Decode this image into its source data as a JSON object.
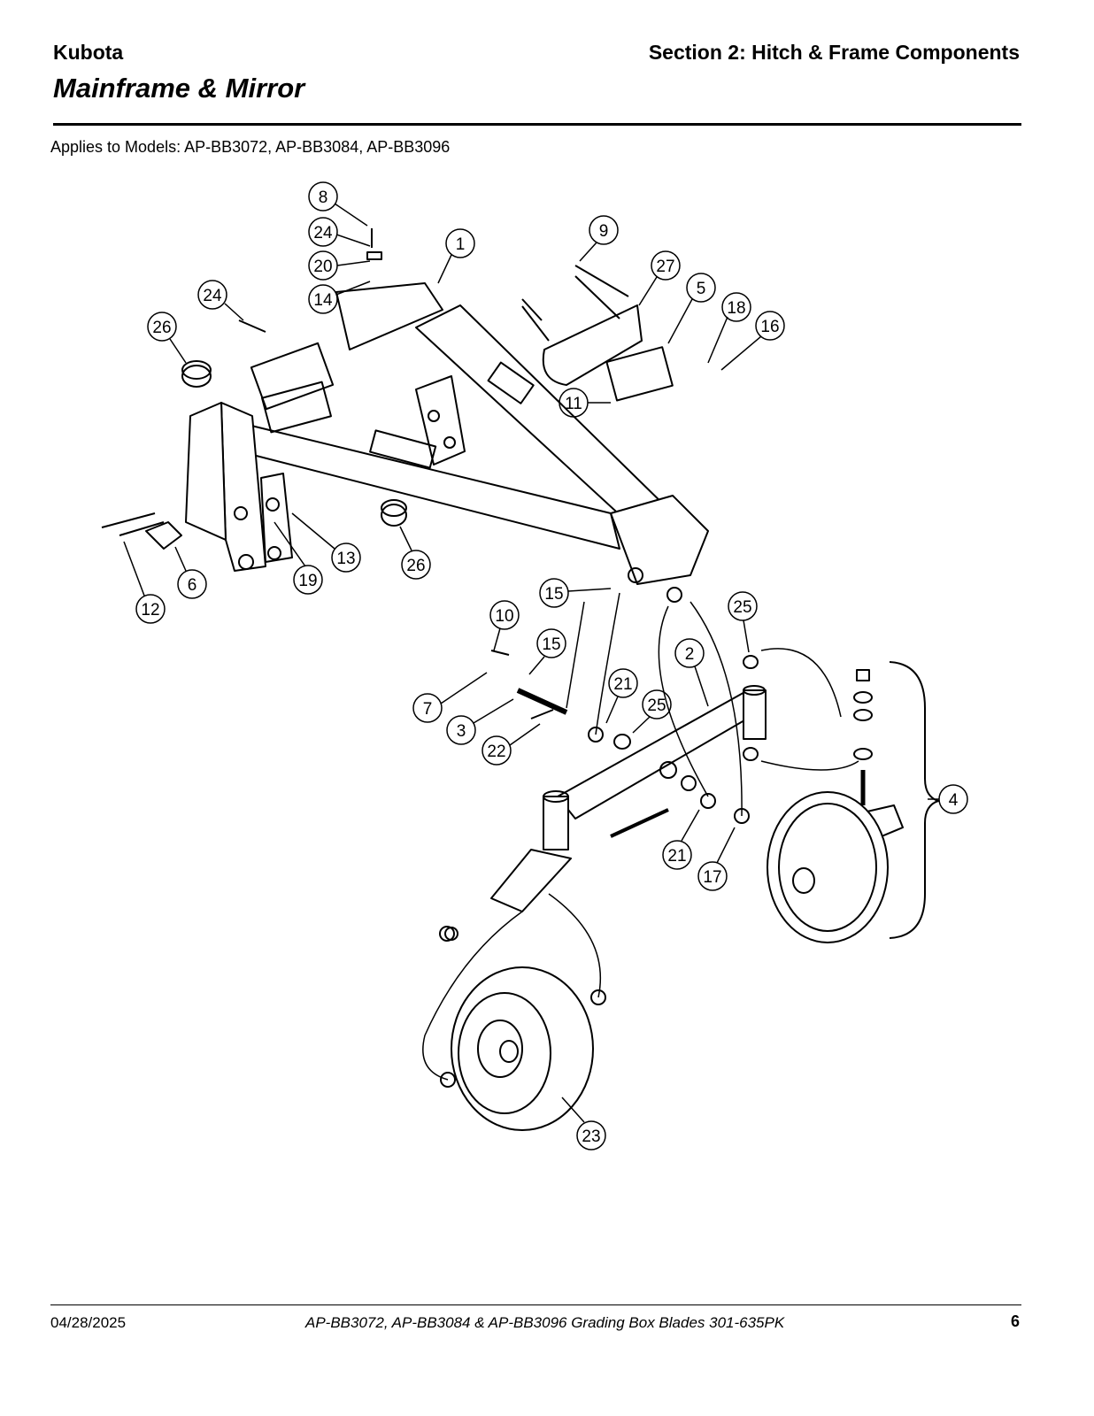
{
  "header": {
    "brand": "Kubota",
    "section": "Section 2: Hitch & Frame Components",
    "title": "Mainframe & Mirror"
  },
  "applies_to": "Applies to Models: AP-BB3072, AP-BB3084, AP-BB3096",
  "callouts": [
    "8",
    "24",
    "20",
    "14",
    "1",
    "9",
    "27",
    "5",
    "18",
    "16",
    "24",
    "26",
    "11",
    "13",
    "26",
    "6",
    "19",
    "12",
    "15",
    "10",
    "15",
    "25",
    "2",
    "21",
    "25",
    "7",
    "3",
    "22",
    "4",
    "21",
    "17",
    "23"
  ],
  "footer": {
    "date": "04/28/2025",
    "doc_title": "AP-BB3072, AP-BB3084 & AP-BB3096  Grading Box Blades  301-635PK",
    "page": "6"
  }
}
